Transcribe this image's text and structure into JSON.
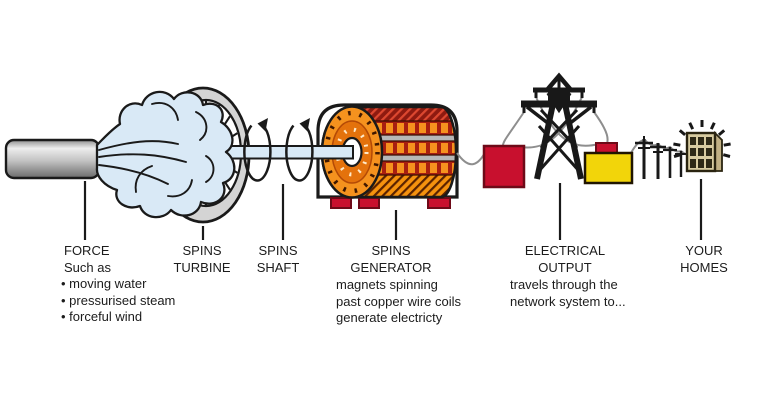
{
  "stages": [
    {
      "name": "force",
      "heading_lines": [
        "FORCE",
        "Such as"
      ],
      "bullets": [
        "• moving water",
        "• pressurised steam",
        "• forceful wind"
      ]
    },
    {
      "name": "spins-turbine",
      "heading_lines": [
        "SPINS",
        "TURBINE"
      ]
    },
    {
      "name": "spins-shaft",
      "heading_lines": [
        "SPINS",
        "SHAFT"
      ]
    },
    {
      "name": "spins-generator",
      "heading_lines": [
        "SPINS",
        "GENERATOR"
      ],
      "description_lines": [
        "magnets spinning",
        "past copper wire coils",
        "generate electricty"
      ]
    },
    {
      "name": "electrical-output",
      "heading_lines": [
        "ELECTRICAL",
        "OUTPUT"
      ],
      "description_lines": [
        "travels through the",
        "network system to..."
      ]
    },
    {
      "name": "your-homes",
      "heading_lines": [
        "YOUR",
        "HOMES"
      ]
    }
  ],
  "icons": {
    "pipe-nozzle-icon": "gray pipe emitting force",
    "water-spray-icon": "light blue spray burst",
    "turbine-wheel-icon": "spoked turbine wheel",
    "rotation-arrows-icon": "spiral rotation arrows",
    "shaft-icon": "light blue shaft bar",
    "generator-icon": "coil drum generator in white casing",
    "transformer-red-icon": "red transformer box",
    "transmission-tower-icon": "black lattice pylon with wires",
    "transformer-yellow-icon": "yellow transformer box with red cap",
    "utility-poles-icon": "row of telegraph poles",
    "home-icon": "glowing building with windows"
  },
  "colors": {
    "ink": "#1c1c1c",
    "outline": "#1a1a1a",
    "spray": "#d9e9f6",
    "shaft": "#d8e9f6",
    "turbine_rim": "#d4d4d4",
    "orange": "#f5921e",
    "orange_dark": "#e4720c",
    "coil_base": "#a81f10",
    "band_darkred": "#8e1a10",
    "hatch_light": "#dd4830",
    "band_orange": "#f5920e",
    "hatch_dark": "#5a2200",
    "gray_stripe": "#b7b7b7",
    "red": "#c8102e",
    "red_dark": "#6e0a18",
    "yellow": "#f2d50a",
    "wire": "#8e8e8e",
    "black": "#181818",
    "tan": "#d8cba0",
    "tan_side": "#c2b185",
    "window": "#2e2916"
  }
}
